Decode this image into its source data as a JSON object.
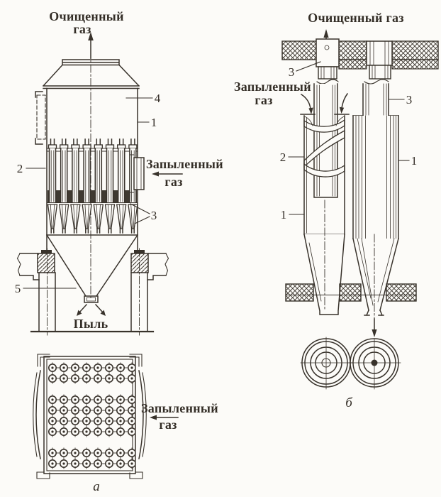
{
  "colors": {
    "ink": "#38322b",
    "paper": "#fcfbf8",
    "dark_fill": "#3f3931"
  },
  "diagram_a": {
    "caption": "а",
    "clean_gas_line1": "Очищенный",
    "clean_gas_line2": "газ",
    "dusty_gas_line1": "Запыленный",
    "dusty_gas_line2": "газ",
    "dust_label": "Пыль",
    "plan_dusty_gas_line1": "Запыленный",
    "plan_dusty_gas_line2": "газ",
    "part_1": "1",
    "part_2": "2",
    "part_3": "3",
    "part_4": "4",
    "part_5": "5"
  },
  "diagram_b": {
    "caption": "б",
    "clean_gas": "Очищенный газ",
    "dusty_gas_line1": "Запыленный",
    "dusty_gas_line2": "газ",
    "part_1_left": "1",
    "part_1_right": "1",
    "part_2": "2",
    "part_3_top": "3",
    "part_3_right": "3"
  }
}
